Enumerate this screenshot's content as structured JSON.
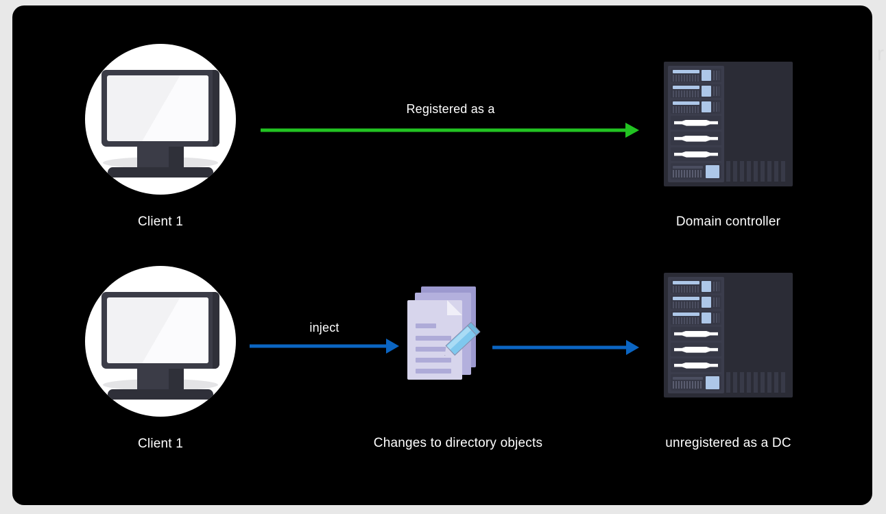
{
  "canvas": {
    "outer_background": "#e8e8e8",
    "panel_background": "#000000",
    "edge_fragment": "r"
  },
  "palette": {
    "green_arrow": "#22c322",
    "blue_arrow": "#0b65c2",
    "label_text": "#ffffff",
    "rack_chassis": "#2b2c36",
    "rack_face": "#3b3d4c",
    "rack_accent_blue": "#adc7e8",
    "monitor_frame": "#3b3c47",
    "monitor_screen": "#f2f2f4",
    "document_front": "#d7d5ec",
    "document_back": "#9c99cf",
    "pencil_blue": "#7fc8ee"
  },
  "diagram": {
    "rows": [
      {
        "id": "row-registered",
        "source": {
          "icon": "monitor-icon",
          "caption": "Client 1"
        },
        "arrow": {
          "label": "Registered as a",
          "color": "#22c322",
          "direction": "right"
        },
        "target": {
          "icon": "server-rack-icon",
          "caption": "Domain controller"
        }
      },
      {
        "id": "row-inject",
        "source": {
          "icon": "monitor-icon",
          "caption": "Client 1"
        },
        "arrow1": {
          "label": "inject",
          "color": "#0b65c2",
          "direction": "right"
        },
        "middle": {
          "icon": "documents-edit-icon",
          "caption": "Changes to directory objects"
        },
        "arrow2": {
          "label": "",
          "color": "#0b65c2",
          "direction": "right"
        },
        "target": {
          "icon": "server-rack-icon",
          "caption": "unregistered as a DC"
        }
      }
    ]
  }
}
